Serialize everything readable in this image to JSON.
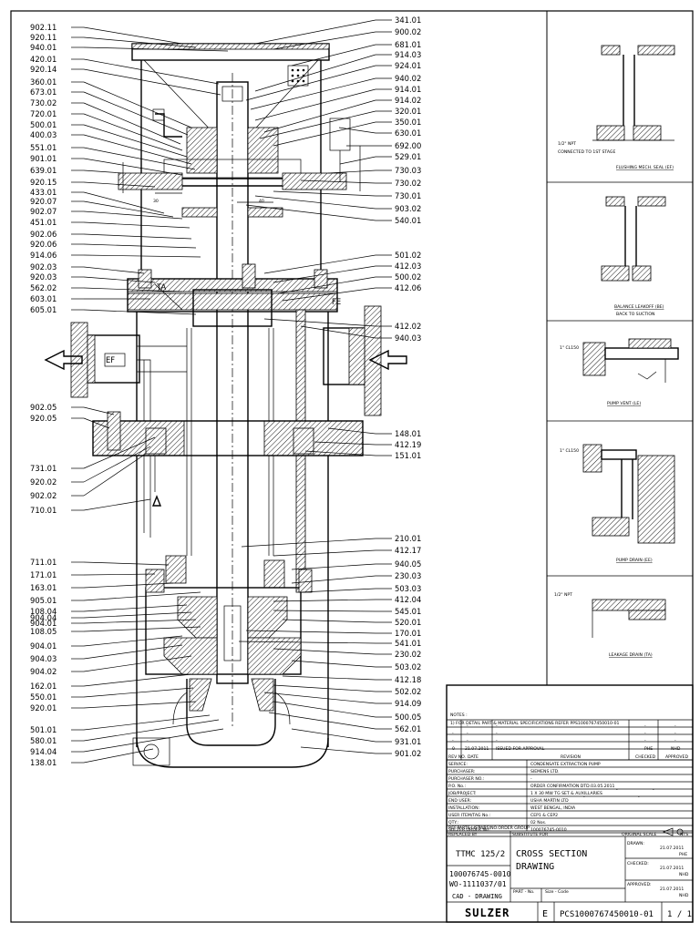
{
  "left_labels": [
    "902.11",
    "920.11",
    "940.01",
    "420.01",
    "920.14",
    "360.01",
    "673.01",
    "730.02",
    "720.01",
    "500.01",
    "400.03",
    "551.01",
    "901.01",
    "639.01",
    "920.15",
    "433.01",
    "920.07",
    "902.07",
    "451.01",
    "902.06",
    "920.06",
    "914.06",
    "902.03",
    "920.03",
    "562.02",
    "603.01",
    "605.01",
    "902.05",
    "920.05",
    "731.01",
    "920.02",
    "902.02",
    "710.01",
    "711.01",
    "171.01",
    "163.01",
    "905.01",
    "108.04",
    "904.04",
    "904.01",
    "108.05",
    "904.01",
    "904.03",
    "904.02",
    "162.01",
    "550.01",
    "920.01",
    "501.01",
    "580.01",
    "914.04",
    "138.01"
  ],
  "right_labels": [
    "341.01",
    "900.02",
    "681.01",
    "914.03",
    "924.01",
    "940.02",
    "914.01",
    "914.02",
    "320.01",
    "350.01",
    "630.01",
    "692.00",
    "529.01",
    "730.03",
    "730.02",
    "730.01",
    "903.02",
    "540.01",
    "501.02",
    "412.03",
    "500.02",
    "412.06",
    "412.02",
    "940.03",
    "148.01",
    "412.19",
    "151.01",
    "210.01",
    "412.17",
    "940.05",
    "230.03",
    "503.03",
    "412.04",
    "545.01",
    "520.01",
    "170.01",
    "541.01",
    "230.02",
    "503.02",
    "412.18",
    "502.02",
    "914.09",
    "500.05",
    "562.01",
    "931.01",
    "901.02"
  ],
  "callouts": {
    "ta": "TA",
    "fe": "FE",
    "ef": "EF",
    "dim30": "30",
    "dim40": "40"
  },
  "details": [
    {
      "note": "1/2\" NPT",
      "note2": "CONNECTED TO 1ST STAGE",
      "caption": "FLUSHING MECH. SEAL (EF)"
    },
    {
      "caption": "BALANCE LEAKOFF (BE)",
      "caption2": "BACK TO SUCTION"
    },
    {
      "note": "1\" CL150",
      "caption": "PUMP VENT (LE)"
    },
    {
      "note": "1\" CL150",
      "caption": "PUMP DRAIN (EE)"
    },
    {
      "note": "1/2\" NPT",
      "caption": "LEAKAGE DRAIN (TA)"
    }
  ],
  "title_block": {
    "notes_label": "NOTES :",
    "note1": "1) FOR DETAIL PART & MATERIAL SPECIFICATIONS REFER PPS1000767450010-01",
    "rev_row": {
      "rev": "0",
      "date": "21.07.2011",
      "desc": "ISSUED FOR APPROVAL",
      "checked": "PHE",
      "approved": "NHD"
    },
    "rev_header": {
      "rev": "REV NO.",
      "date": "DATE",
      "desc": "REVISION",
      "checked": "CHECKED",
      "approved": "APPROVED"
    },
    "dash": "-",
    "info_rows": [
      {
        "label": "SERVICE:",
        "value": "CONDENSATE EXTRACTION PUMP"
      },
      {
        "label": "PURCHASER:",
        "value": "SIEMENS LTD."
      },
      {
        "label": "PURCHASER NO.:",
        "value": "-"
      },
      {
        "label": "P.O. No.:",
        "value": "ORDER CONFIRMATION DTD.03.05.2011"
      },
      {
        "label": "JOB/PROJECT:",
        "value": "1 X 30 MW TG SET & AUXILLARIES"
      },
      {
        "label": "END USER:",
        "value": "USHA MARTIN LTD"
      },
      {
        "label": "INSTALLATION:",
        "value": "WEST BENGAL, INDIA"
      },
      {
        "label": "USER ITEM/TAG No.:",
        "value": "CEP1 & CEP2"
      },
      {
        "label": "QTY.:",
        "value": "02 Nos."
      },
      {
        "label": "SULZER ORDER No.:",
        "value": "100076745-0010"
      }
    ],
    "ref_parts": "REF.PARTS LIST",
    "ref_group": "WBS/NO.ORDER GROUP",
    "replaced_by": "REPLACED BY",
    "substitute_for": "SUBSTITUTE FOR",
    "original_scale": "ORIGINAL SCALE",
    "nts": "NTS",
    "model": "TTMC 125/2",
    "order_no": "100076745-0010",
    "wo_no": "WO-1111037/01",
    "title1": "CROSS SECTION",
    "title2": "DRAWING",
    "drawn_label": "DRAWN:",
    "drawn_date": "21.07.2011",
    "drawn_by": "PHE",
    "checked_label": "CHECKED:",
    "checked_date": "21.07.2011",
    "checked_by": "NHD",
    "approved_label": "APPROVED:",
    "approved_date": "21.07.2011",
    "approved_by": "NHD",
    "cad": "CAD - DRAWING",
    "part_no": "PART - No.",
    "size_code": "Size - Code",
    "brand": "SULZER",
    "size": "E",
    "doc_no": "PCS1000767450010-01",
    "sheet": "1 / 1"
  }
}
